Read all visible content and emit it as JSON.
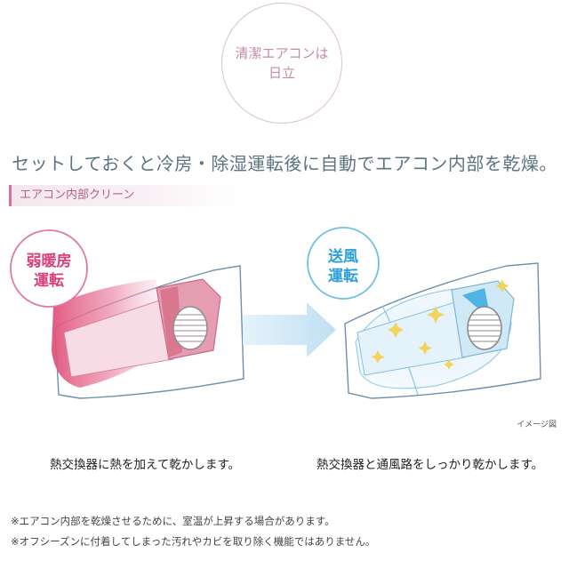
{
  "badge": {
    "line1": "清潔エアコンは",
    "line2": "日立"
  },
  "headline": "セットしておくと冷房・除湿運転後に自動でエアコン内部を乾燥。",
  "section_tag": "エアコン内部クリーン",
  "left_panel": {
    "mode_line1": "弱暖房",
    "mode_line2": "運転",
    "caption": "熱交換器に熱を加えて乾かします。"
  },
  "right_panel": {
    "mode_line1": "送風",
    "mode_line2": "運転",
    "caption": "熱交換器と通風路をしっかり乾かします。"
  },
  "image_note": "イメージ図",
  "footnotes": [
    "※エアコン内部を乾燥させるために、室温が上昇する場合があります。",
    "※オフシーズンに付着してしまった汚れやカビを取り除く機能ではありません。"
  ],
  "colors": {
    "badge": "#c58aa6",
    "headline": "#5c7380",
    "accent_pink": "#d86f9e",
    "heat_red": "#e0507a",
    "fan_blue": "#4fb3e4"
  }
}
